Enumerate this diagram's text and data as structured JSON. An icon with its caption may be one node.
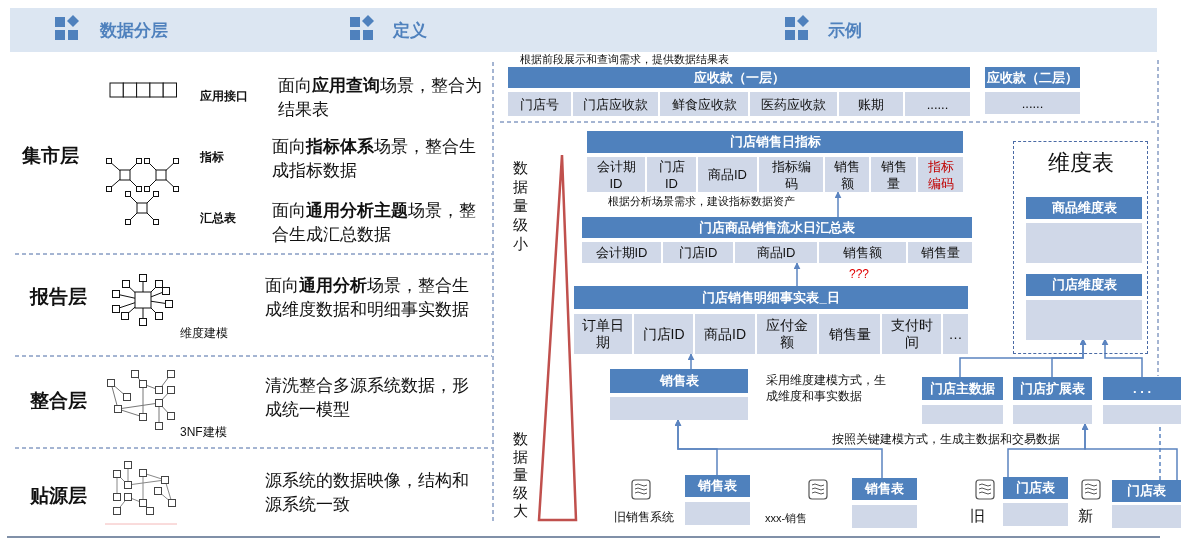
{
  "diagram": {
    "nodes": [
      {
        "text": [
          "应收款（一层）",
          "门店号",
          "门店应收款",
          "鲜食应收款",
          "医药应收款",
          "账期",
          "......"
        ]
      },
      {
        "text": [
          "应收款（二层）",
          "......"
        ]
      },
      {
        "text": [
          "门店销售日指标",
          "会计期ID",
          "门店ID",
          "商品ID",
          "指标编码",
          "销售额",
          "销售量",
          "指标编码"
        ]
      },
      {
        "text": [
          "维度表"
        ]
      },
      {
        "text": [
          "商品维度表"
        ],
        "in": 3
      },
      {
        "text": [
          "门店商品销售流水日汇总表",
          "会计期ID",
          "门店ID",
          "商品ID",
          "销售额",
          "销售量"
        ]
      },
      {
        "text": [
          "门店维度表"
        ],
        "in": 3
      },
      {
        "text": [
          "门店销售明细事实表_日",
          "订单日期",
          "门店ID",
          "商品ID",
          "应付金额",
          "销售量",
          "支付时间",
          "…"
        ]
      },
      {
        "text": [
          "销售表"
        ]
      },
      {
        "text": [
          "门店主数据"
        ]
      },
      {
        "text": [
          "门店扩展表"
        ]
      },
      {
        "text": [
          ". . ."
        ]
      },
      {
        "text": [
          "销售表"
        ]
      },
      {
        "text": [
          "销售表"
        ]
      },
      {
        "text": [
          "门店表"
        ]
      },
      {
        "text": [
          "门店表"
        ]
      }
    ],
    "edges": [
      {
        "from": 7,
        "to": 5,
        "arrow": "to"
      },
      {
        "from": 5,
        "to": 2,
        "arrow": "to"
      },
      {
        "from": 8,
        "to": 7,
        "arrow": "to"
      },
      {
        "from": 12,
        "to": 8,
        "arrow": "to"
      },
      {
        "from": 13,
        "to": 8,
        "arrow": "to"
      },
      {
        "from": 14,
        "to": 10,
        "arrow": "to"
      },
      {
        "from": 15,
        "to": 10,
        "arrow": "to"
      },
      {
        "from": 9,
        "to": 6,
        "arrow": "to"
      },
      {
        "from": 10,
        "to": 6,
        "arrow": "to"
      },
      {
        "from": 11,
        "to": 6,
        "arrow": "to"
      },
      {
        "from": 15,
        "to": 11,
        "arrow": "none",
        "style": "dashed"
      }
    ],
    "labels": [
      "数据分层",
      "定义",
      "示例",
      "集市层",
      "应用接口",
      "面向**应用查询**场景，整合为结果表",
      "指标",
      "面向**指标体系**场景，整合生成指标数据",
      "汇总表",
      "面向**通用分析主题**场景，整合生成汇总数据",
      "报告层",
      "面向**通用分析**场景，整合生成维度数据和明细事实数据",
      "维度建模",
      "整合层",
      "清洗整合多源系统数据，形成统一模型",
      "3NF建模",
      "贴源层",
      "源系统的数据映像，结构和源系统一致",
      "根据前段展示和查询需求，提供数据结果表",
      "数据量级小",
      "根据分析场景需求，建设指标数据资产",
      "???",
      "采用维度建模方式，生成维度和事实数据",
      "按照关键建模方式，生成主数据和交易数据",
      "数据量级大",
      "旧销售系统",
      "xxx-销售",
      "旧",
      "新"
    ]
  }
}
